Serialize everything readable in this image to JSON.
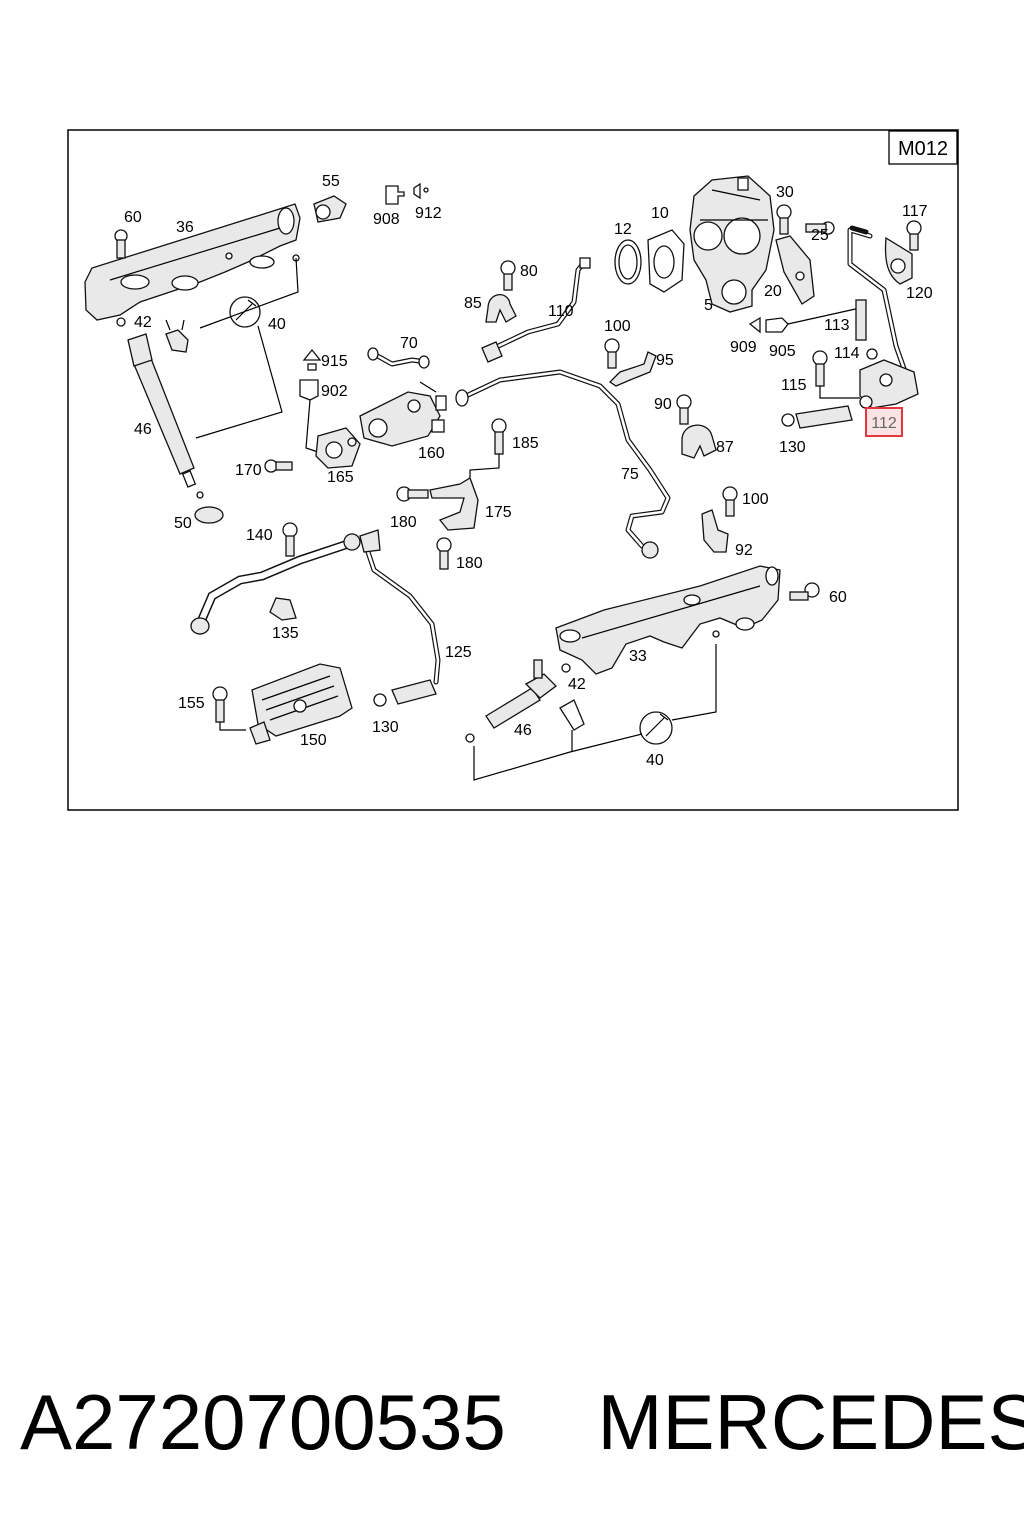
{
  "diagram": {
    "code": "M012",
    "highlighted_label": "112",
    "labels": {
      "l60a": "60",
      "l36": "36",
      "l55": "55",
      "l908": "908",
      "l912": "912",
      "l42a": "42",
      "l40a": "40",
      "l46a": "46",
      "l50": "50",
      "l915": "915",
      "l902": "902",
      "l70": "70",
      "l160": "160",
      "l165": "165",
      "l170": "170",
      "l80": "80",
      "l85": "85",
      "l110": "110",
      "l100a": "100",
      "l95": "95",
      "l12": "12",
      "l10": "10",
      "l5": "5",
      "l30": "30",
      "l25": "25",
      "l20": "20",
      "l117": "117",
      "l120": "120",
      "l113": "113",
      "l909": "909",
      "l905": "905",
      "l114": "114",
      "l115": "115",
      "l130a": "130",
      "l90": "90",
      "l87": "87",
      "l185": "185",
      "l75": "75",
      "l180a": "180",
      "l175": "175",
      "l180b": "180",
      "l100b": "100",
      "l92": "92",
      "l140": "140",
      "l135": "135",
      "l125": "125",
      "l60b": "60",
      "l33": "33",
      "l42b": "42",
      "l46b": "46",
      "l155": "155",
      "l150": "150",
      "l130b": "130",
      "l40b": "40"
    }
  },
  "caption": {
    "part_number": "A2720700535",
    "brand": "MERCEDES"
  },
  "colors": {
    "highlight_border": "#e0383e",
    "highlight_fill": "#fbe3e3"
  }
}
